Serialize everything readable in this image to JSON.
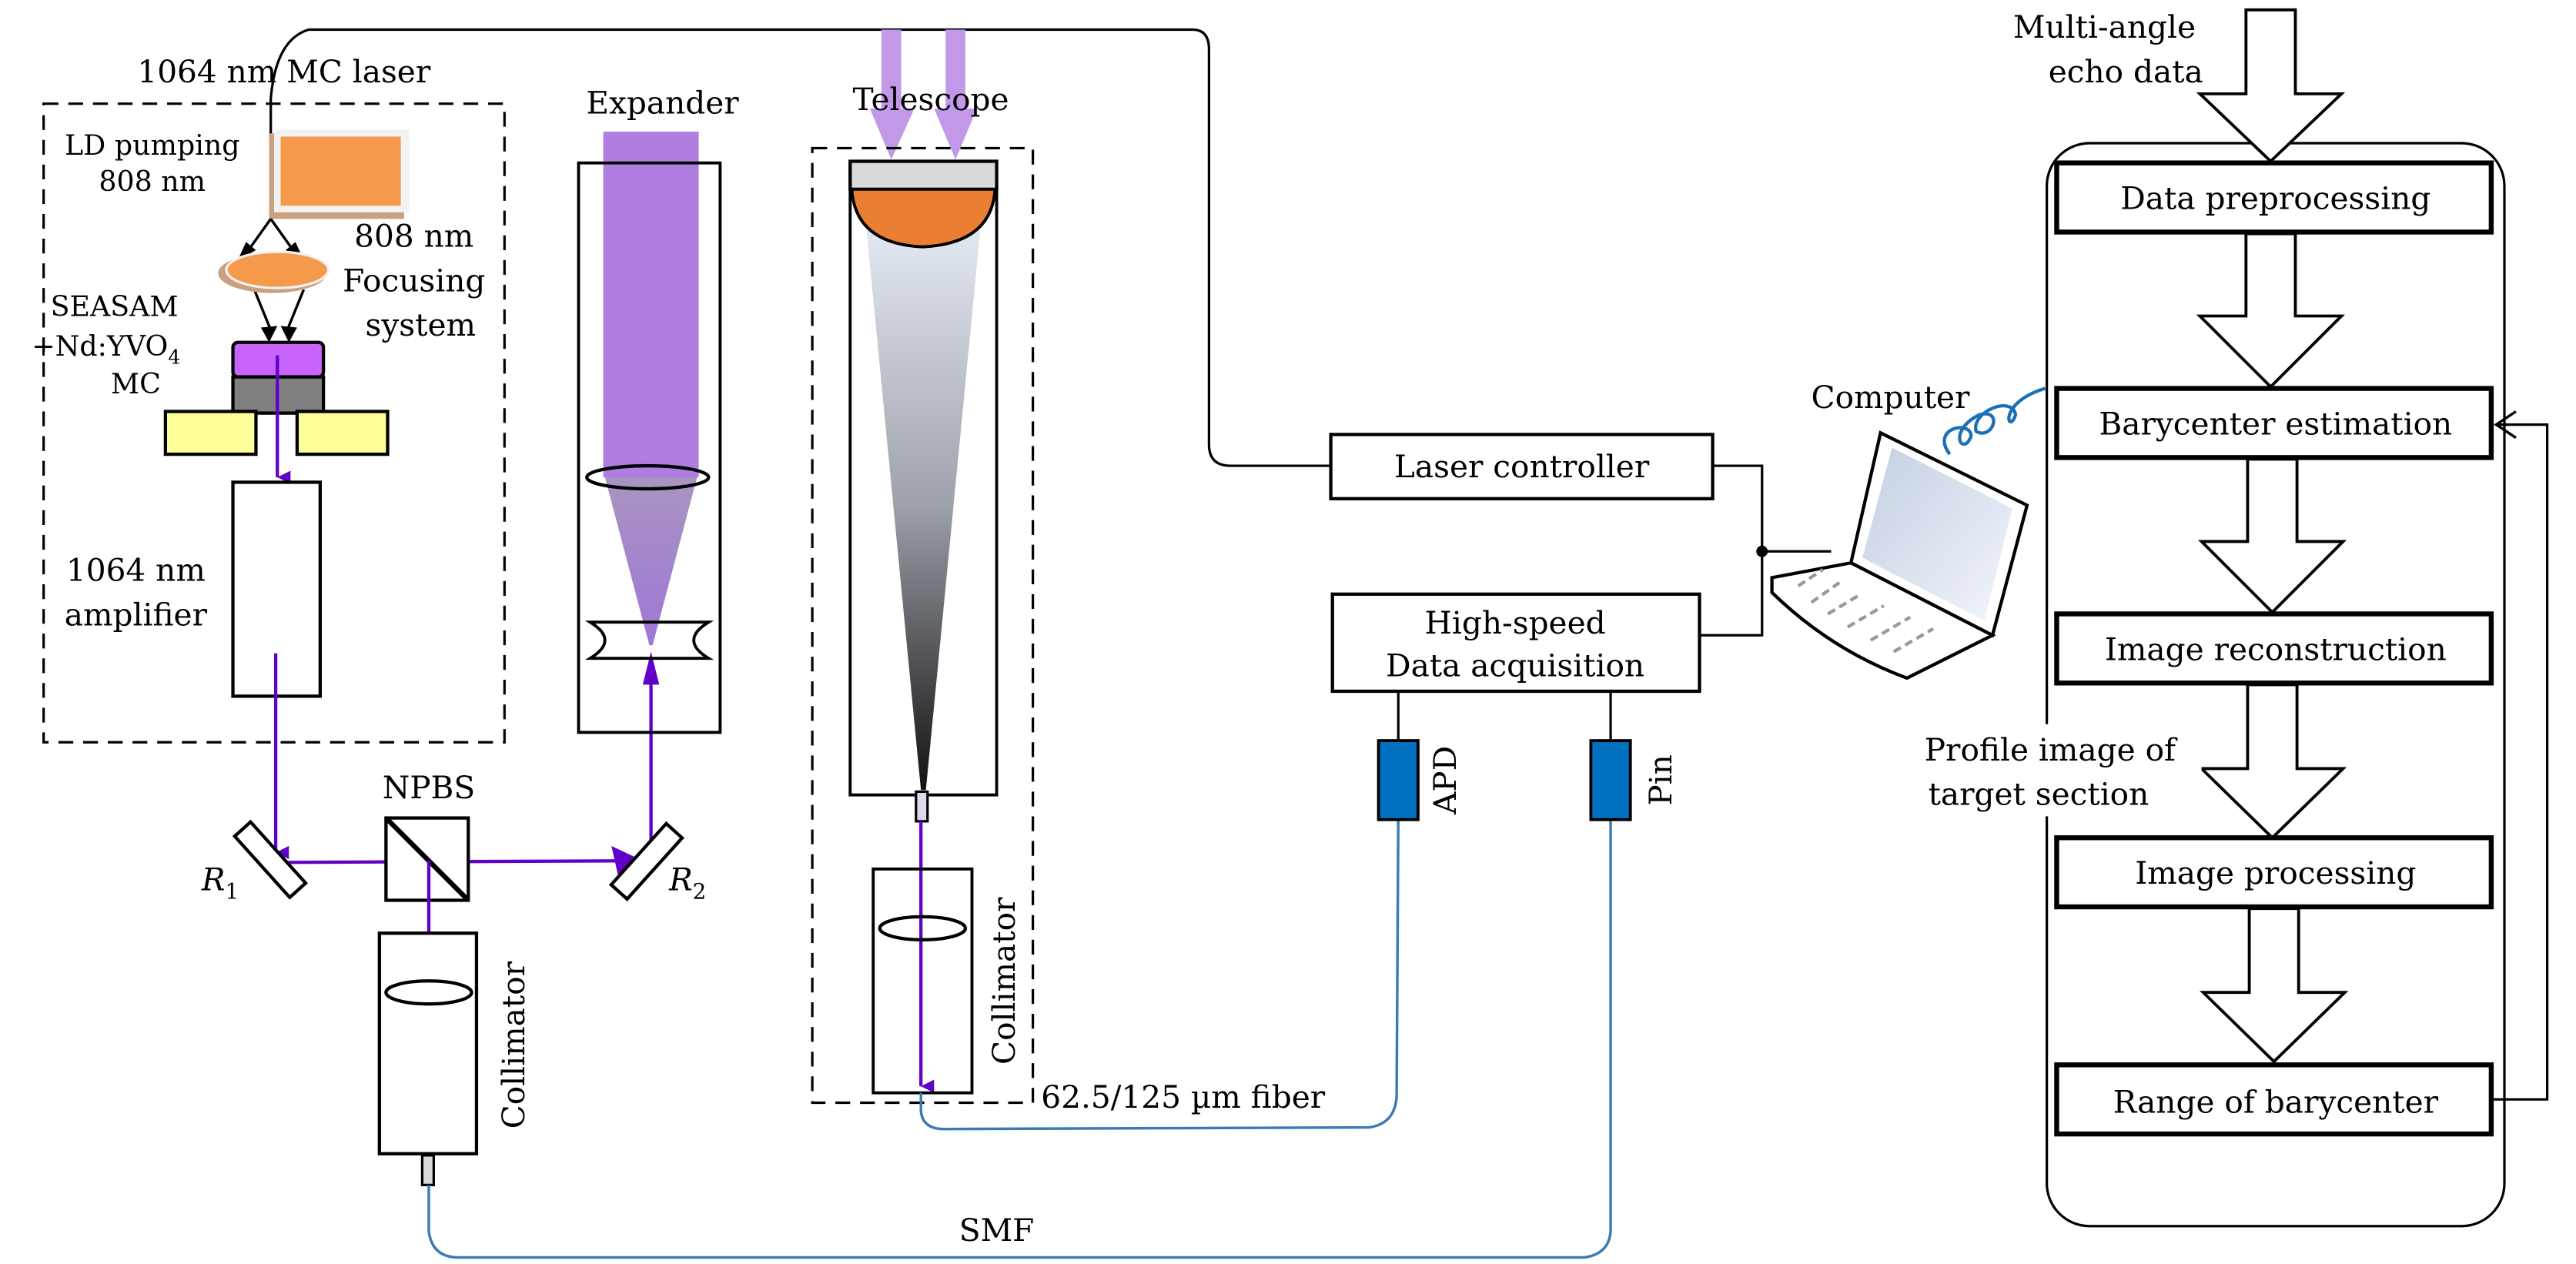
{
  "figure": {
    "laser_module": {
      "title": "1064 nm  MC laser",
      "ld_pumping_line1": "LD pumping",
      "ld_pumping_line2": "808 nm",
      "focusing_line1": "808 nm",
      "focusing_line2": "Focusing",
      "focusing_line3": "system",
      "crystal_line1": "SEASAM",
      "crystal_line2": "+Nd:YVO",
      "crystal_sub": "4",
      "crystal_line3": "MC",
      "amplifier_line1": "1064 nm",
      "amplifier_line2": "amplifier"
    },
    "optics": {
      "expander": "Expander",
      "telescope": "Telescope",
      "npbs": "NPBS",
      "r1": "R",
      "r1_sub": "1",
      "r2": "R",
      "r2_sub": "2",
      "collimator_left": "Collimator",
      "collimator_right": "Collimator"
    },
    "electronics": {
      "laser_controller": "Laser controller",
      "daq_line1": "High-speed",
      "daq_line2": "Data acquisition",
      "apd": "APD",
      "pin": "Pin",
      "computer": "Computer"
    },
    "fibers": {
      "multimode": "62.5/125 µm fiber",
      "smf": "SMF"
    },
    "flowchart": {
      "input_line1": "Multi-angle",
      "input_line2": "echo data",
      "steps": [
        "Data preprocessing",
        "Barycenter estimation",
        "Image reconstruction",
        "Image processing",
        "Range of barycenter"
      ],
      "side_label_line1": "Profile image of",
      "side_label_line2": "target section"
    },
    "colors": {
      "beam": "#6000c8",
      "expanded_beam": "#b07ee0",
      "ld_orange": "#f59a4a",
      "mirror_orange": "#ea7f33",
      "crystal_purple": "#c864fa",
      "heatsink_yellow": "#ffff99",
      "detector_blue": "#0070c0",
      "fiber_blue": "#3a7ab5"
    }
  }
}
